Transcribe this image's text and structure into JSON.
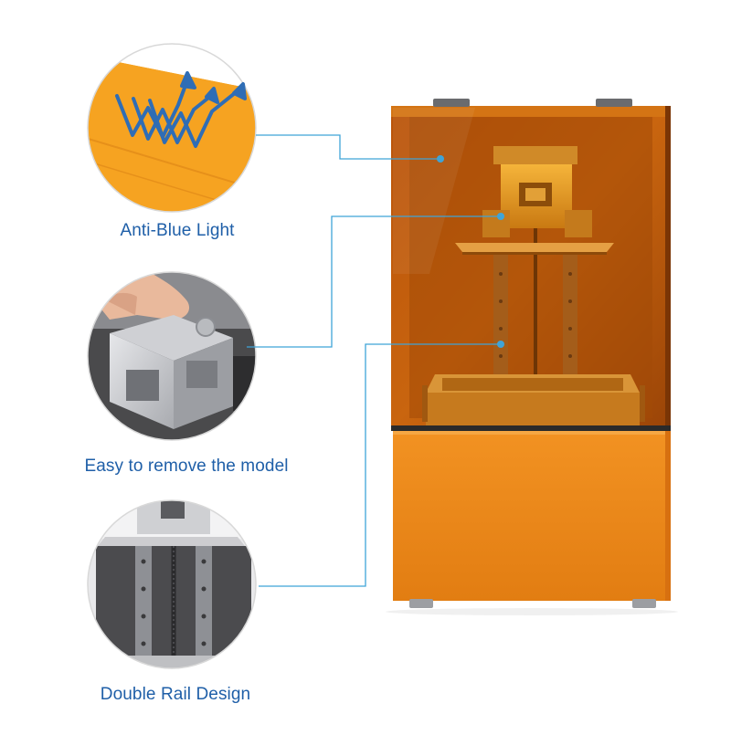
{
  "features": [
    {
      "label": "Anti-Blue Light",
      "icon": "anti-blue-light-icon"
    },
    {
      "label": "Easy to remove the model",
      "icon": "build-plate-photo"
    },
    {
      "label": "Double Rail Design",
      "icon": "double-rail-photo"
    }
  ],
  "colors": {
    "orange": "#f08a1e",
    "amber_cover": "#c8600a",
    "label_blue": "#1f5fa8",
    "callout_line": "#3fa4d8",
    "aluminum": "#d9dade"
  }
}
